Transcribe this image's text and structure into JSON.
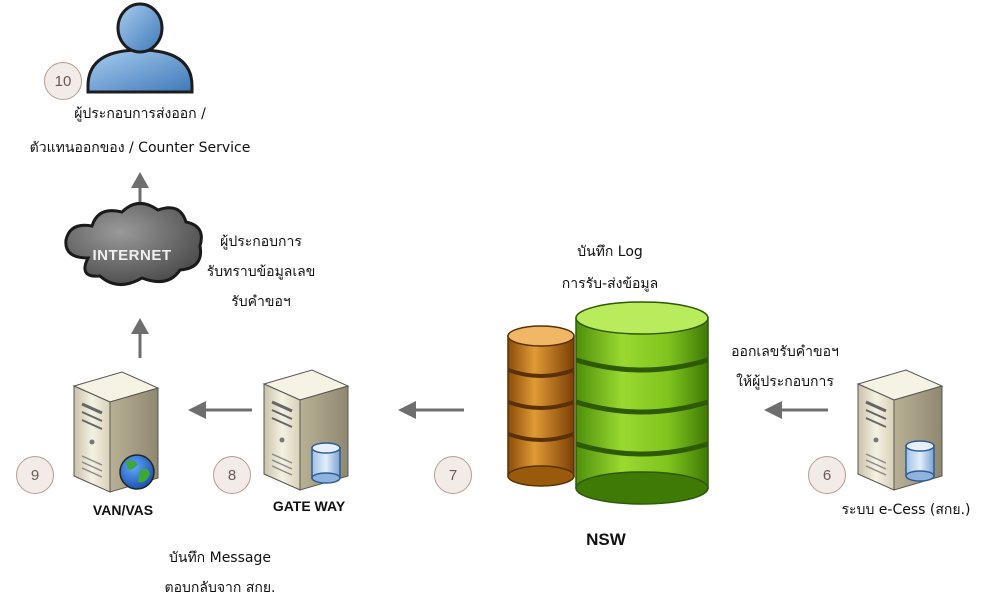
{
  "user": {
    "step": "10",
    "label_line1": "ผู้ประกอบการส่งออก /",
    "label_line2": "ตัวแทนออกของ / Counter Service"
  },
  "internet": {
    "cloud_label": "INTERNET",
    "note_line1": "ผู้ประกอบการ",
    "note_line2": "รับทราบข้อมูลเลข",
    "note_line3": "รับคำขอฯ"
  },
  "van": {
    "step": "9",
    "caption": "VAN/VAS"
  },
  "gateway": {
    "step": "8",
    "caption": "GATE WAY",
    "note_line1": "บันทึก Message",
    "note_line2": "ตอบกลับจาก สกย."
  },
  "nsw": {
    "step": "7",
    "caption": "NSW",
    "note_line1": "บันทึก Log",
    "note_line2": "การรับ-ส่งข้อมูล"
  },
  "ecess": {
    "step": "6",
    "caption": "ระบบ e-Cess (สกย.)",
    "note_line1": "ออกเลขรับคำขอฯ",
    "note_line2": "ให้ผู้ประกอบการ"
  },
  "colors": {
    "arrow": "#6e6e6e",
    "step_fill": "#f2ebe7",
    "step_border": "#b89c90",
    "server_body": "#ede7d2",
    "db_green": "#79c31c",
    "db_orange": "#c87a18",
    "user_blue": "#5b97cf"
  }
}
